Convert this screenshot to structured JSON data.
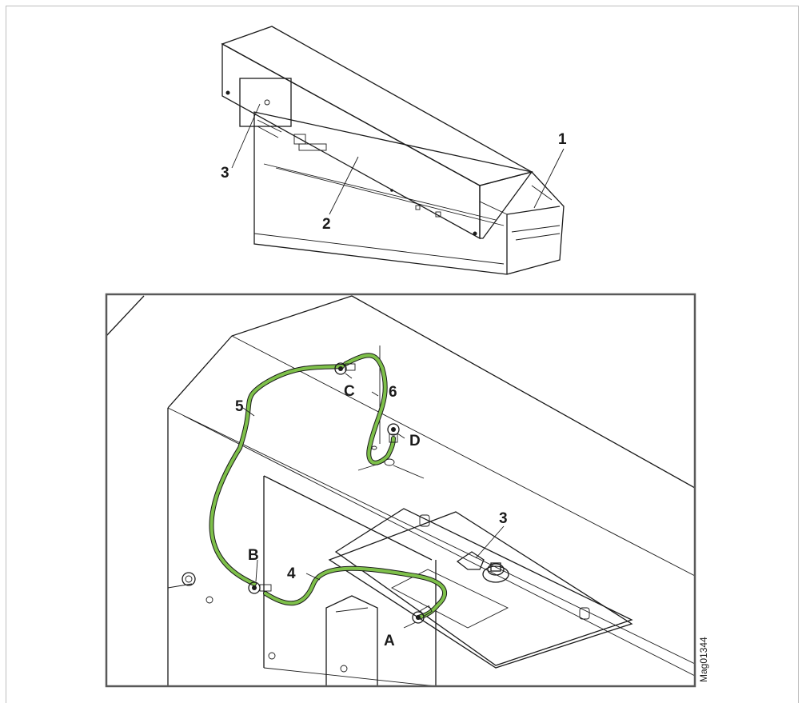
{
  "figure": {
    "drawing_code": "Mag01344",
    "overview_labels": {
      "housing": "1",
      "cover": "2",
      "panel": "3"
    },
    "detail_labels": {
      "latch": "3",
      "cable_short": "4",
      "cable_long": "5",
      "cable_upper": "6",
      "point_a": "A",
      "point_b": "B",
      "point_c": "C",
      "point_d": "D"
    }
  },
  "colors": {
    "cover_blue": "#45b0e5",
    "cable_green": "#7ec04a",
    "line": "#1a1a1a",
    "frame": "#595959"
  }
}
